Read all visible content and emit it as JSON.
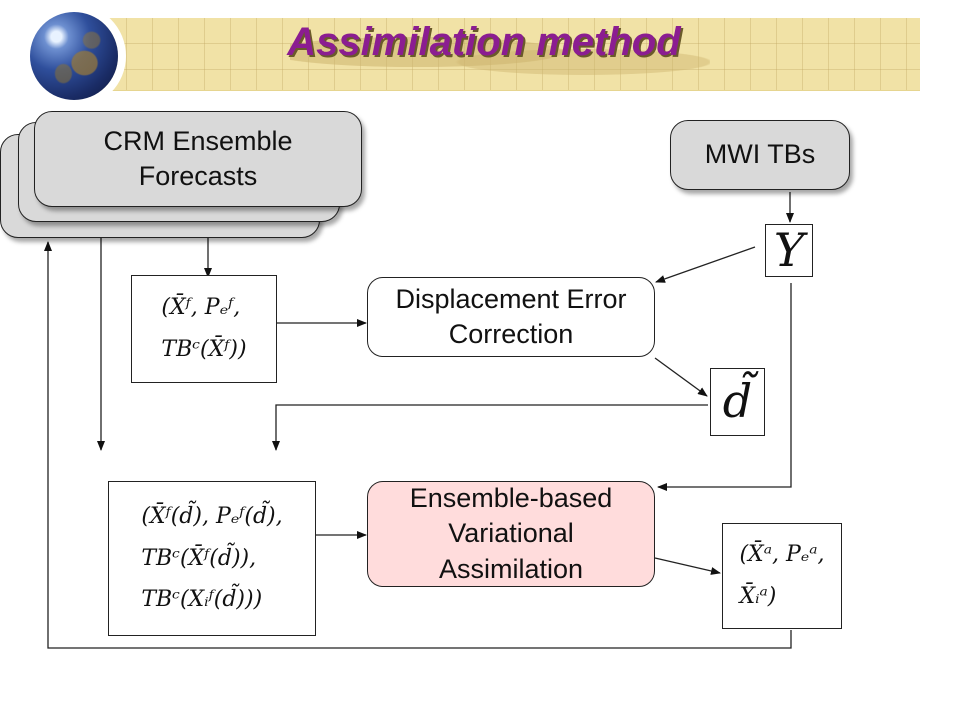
{
  "header": {
    "title": "Assimilation method"
  },
  "nodes": {
    "crm": "CRM Ensemble Forecasts",
    "mwi": "MWI TBs",
    "y": "Y",
    "forecast_stats": "(X̄ᶠ, Pₑᶠ,\nTBᶜ(X̄ᶠ))",
    "displacement": "Displacement Error Correction",
    "d": "d̃",
    "corrected_stats": "(X̄ᶠ(d̃), Pₑᶠ(d̃),\nTBᶜ(X̄ᶠ(d̃)),\nTBᶜ(Xᵢᶠ(d̃)))",
    "envar": "Ensemble-based Variational Assimilation",
    "analysis": "(X̄ᵃ, Pₑᵃ,\nX̄ᵢᵃ)"
  },
  "colors": {
    "title": "#8b1d91",
    "crm_fill": "#d9d9d9",
    "envar_fill": "#ffdcdc"
  }
}
